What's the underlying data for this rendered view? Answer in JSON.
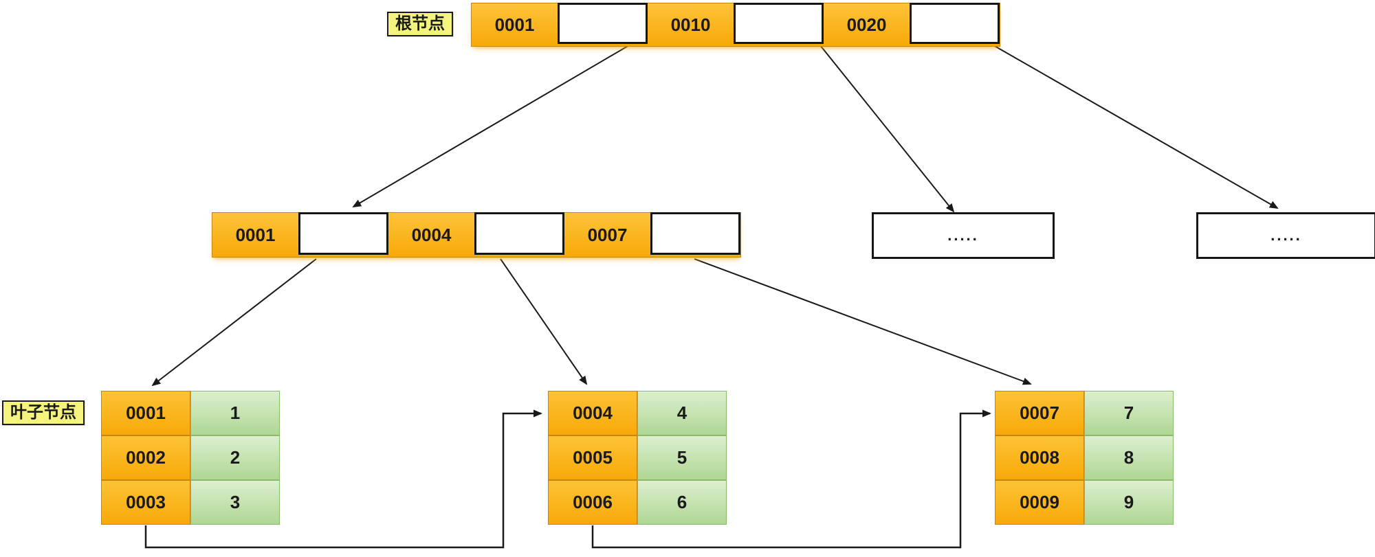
{
  "diagram": {
    "root_label": "根节点",
    "leaf_label": "叶子节点",
    "root_node": {
      "keys": [
        "0001",
        "0010",
        "0020"
      ]
    },
    "internal_node": {
      "keys": [
        "0001",
        "0004",
        "0007"
      ]
    },
    "ellipsis_nodes": [
      ".....",
      "....."
    ],
    "leaf_tables": [
      {
        "rows": [
          {
            "key": "0001",
            "value": "1"
          },
          {
            "key": "0002",
            "value": "2"
          },
          {
            "key": "0003",
            "value": "3"
          }
        ]
      },
      {
        "rows": [
          {
            "key": "0004",
            "value": "4"
          },
          {
            "key": "0005",
            "value": "5"
          },
          {
            "key": "0006",
            "value": "6"
          }
        ]
      },
      {
        "rows": [
          {
            "key": "0007",
            "value": "7"
          },
          {
            "key": "0008",
            "value": "8"
          },
          {
            "key": "0009",
            "value": "9"
          }
        ]
      }
    ],
    "colors": {
      "key_cell_top": "#FDC33A",
      "key_cell_bottom": "#F8A908",
      "value_cell_top": "#DCEFCF",
      "value_cell_bottom": "#AFD794",
      "value_cell_border": "#8AB968",
      "key_cell_border": "#C9850B",
      "label_background": "#F3F37E",
      "line_color": "#1A1A1A"
    }
  }
}
